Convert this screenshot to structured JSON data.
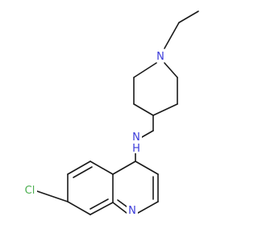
{
  "molecule": {
    "atoms": {
      "n_piperidine": {
        "text": "N",
        "color": "#3b3bd9"
      },
      "n_amine": {
        "text": "N",
        "color": "#3b3bd9"
      },
      "h_amine": {
        "text": "H",
        "color": "#3b3bd9"
      },
      "n_quinoline": {
        "text": "N",
        "color": "#3b3bd9"
      },
      "cl": {
        "text": "Cl",
        "color": "#4caf50"
      }
    },
    "bond_color": "#1a1a1a",
    "background": "#ffffff"
  }
}
